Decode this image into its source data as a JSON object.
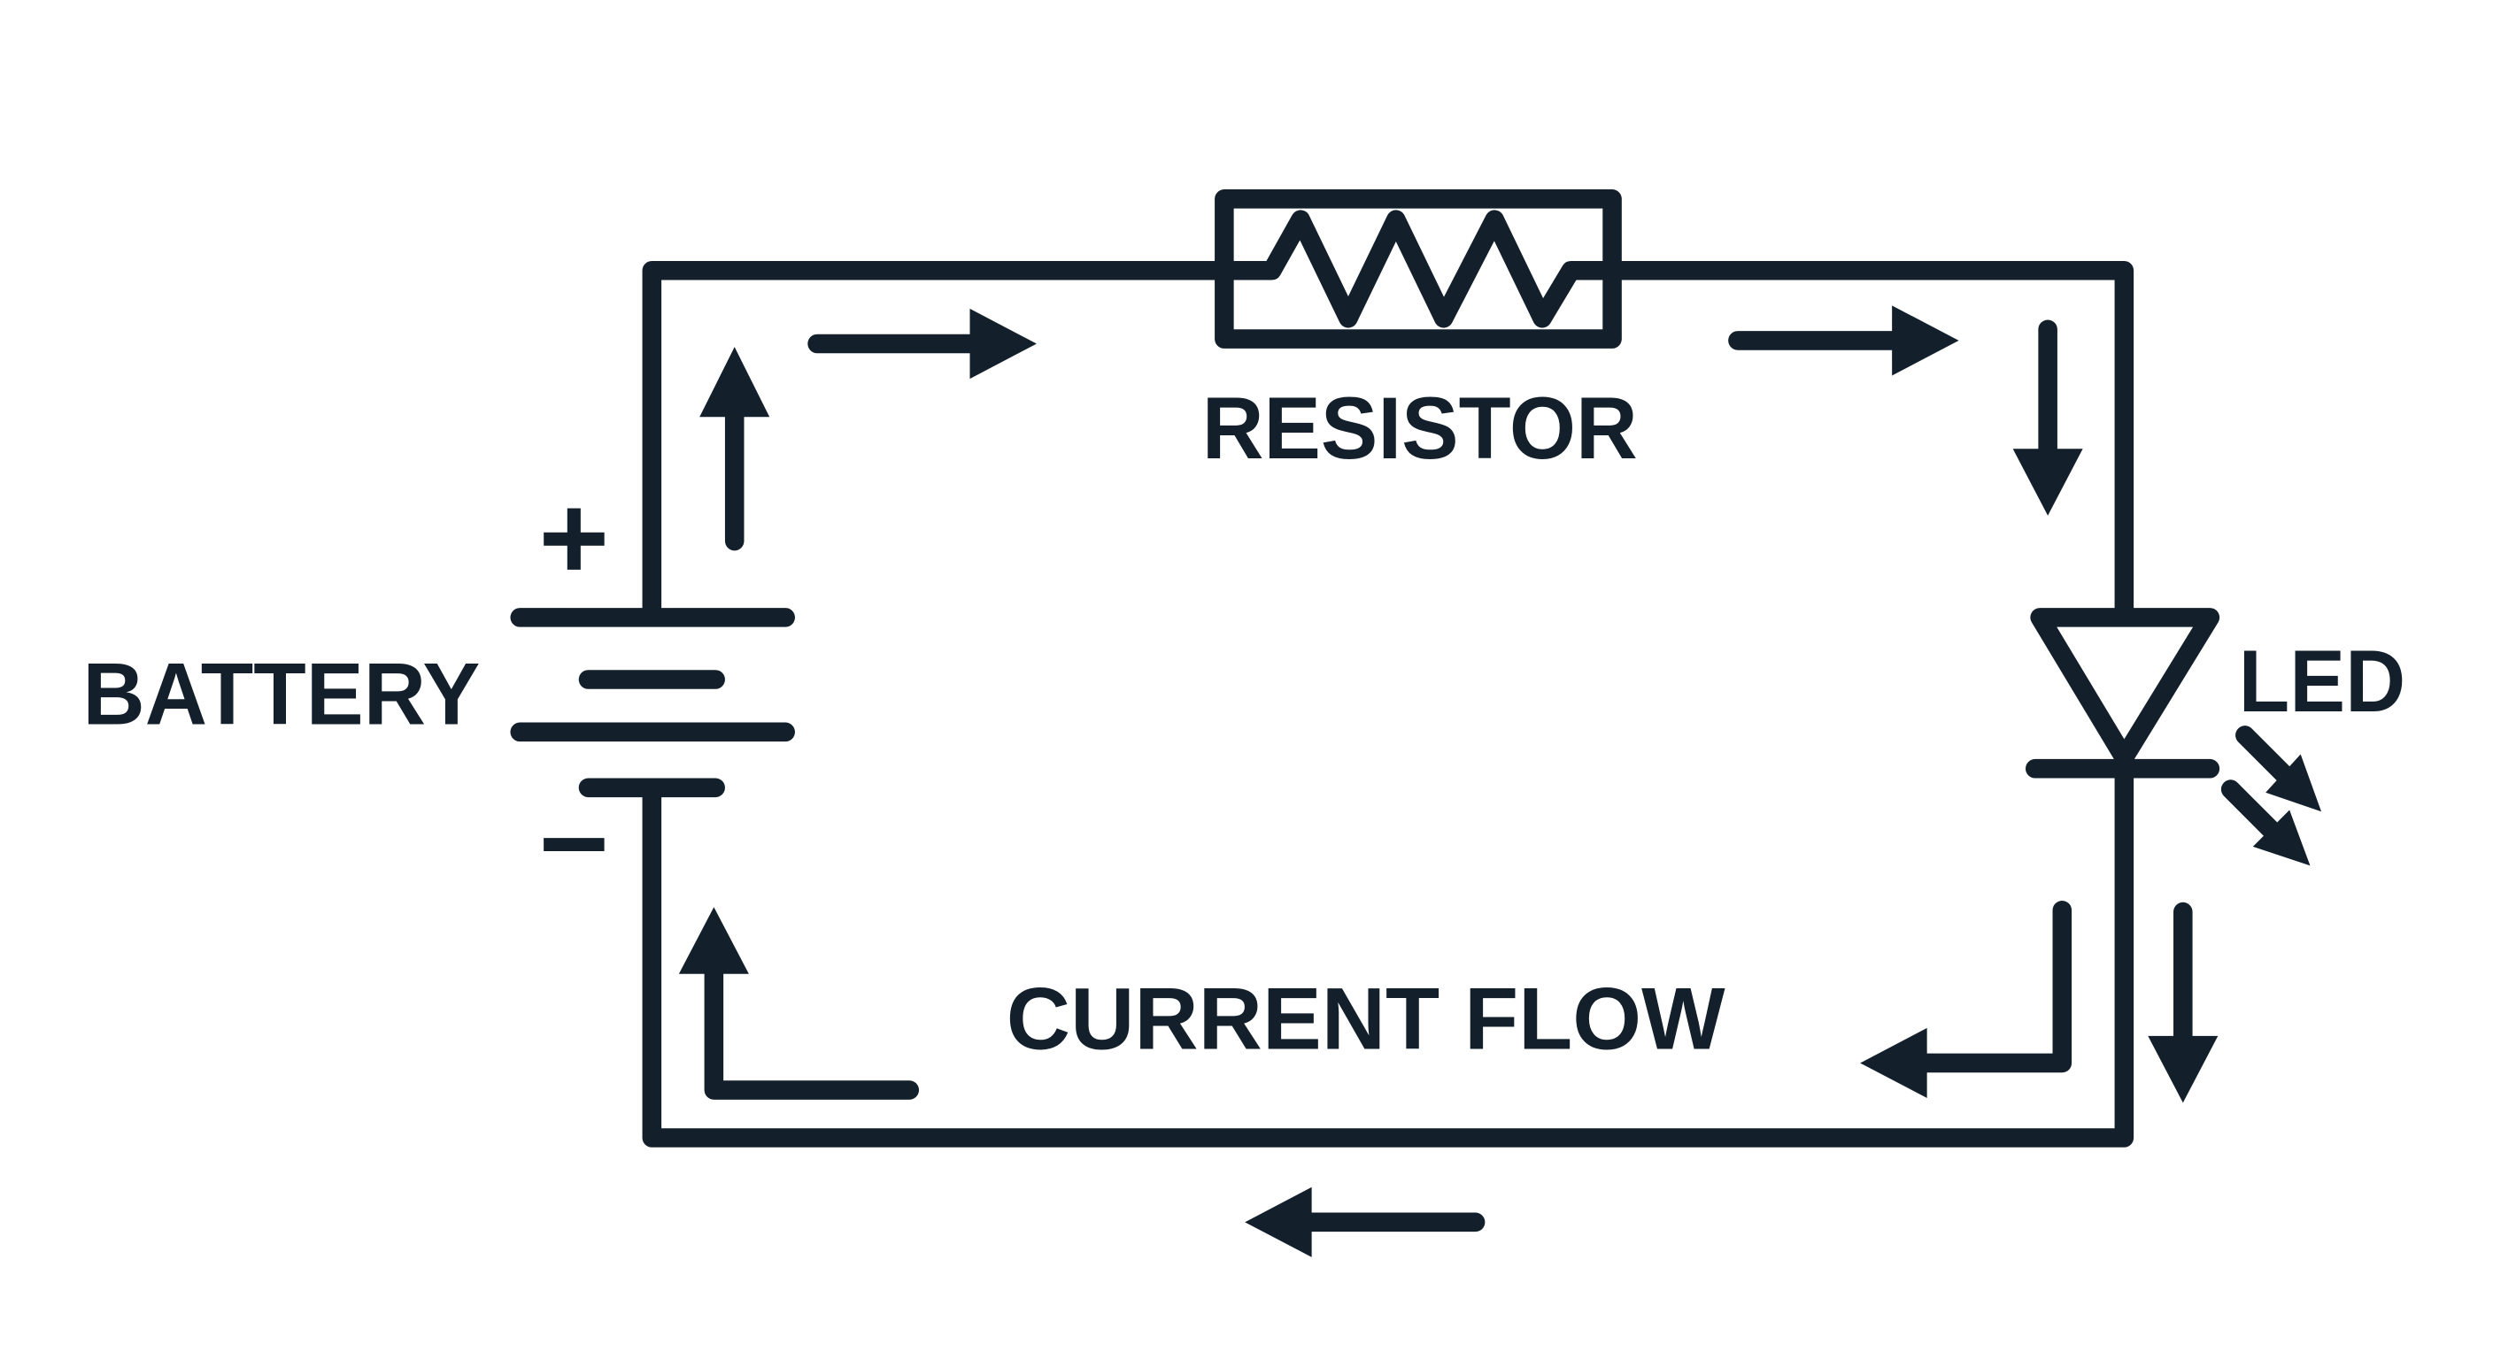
{
  "diagram": {
    "labels": {
      "battery": "BATTERY",
      "plus": "+",
      "minus": "−",
      "resistor": "RESISTOR",
      "led": "LED",
      "current_flow": "CURRENT FLOW"
    },
    "colors": {
      "ink": "#13202b",
      "background": "#ffffff"
    }
  }
}
